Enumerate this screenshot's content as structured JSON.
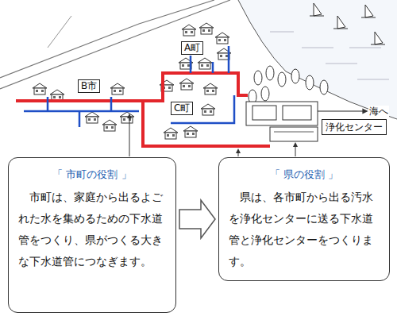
{
  "diagram": {
    "nodes": [
      {
        "text": [
          "A町"
        ]
      },
      {
        "text": [
          "B市"
        ]
      },
      {
        "text": [
          "C町"
        ]
      },
      {
        "text": [
          "浄化センター"
        ]
      },
      {
        "text": [
          "「 市町の役割 」",
          "市町は、家庭から出るよごれた水を集めるための下水道管をつくり、県がつくる大きな下水道管につなぎます。"
        ]
      },
      {
        "text": [
          "「 県の役割 」",
          "県は、各市町から出る汚水を浄化センターに送る下水道管と浄化センターをつくります。"
        ]
      }
    ],
    "edges": [
      {
        "from": 4,
        "to": 5,
        "arrow": "to"
      }
    ],
    "labels": [
      "海へ"
    ]
  }
}
